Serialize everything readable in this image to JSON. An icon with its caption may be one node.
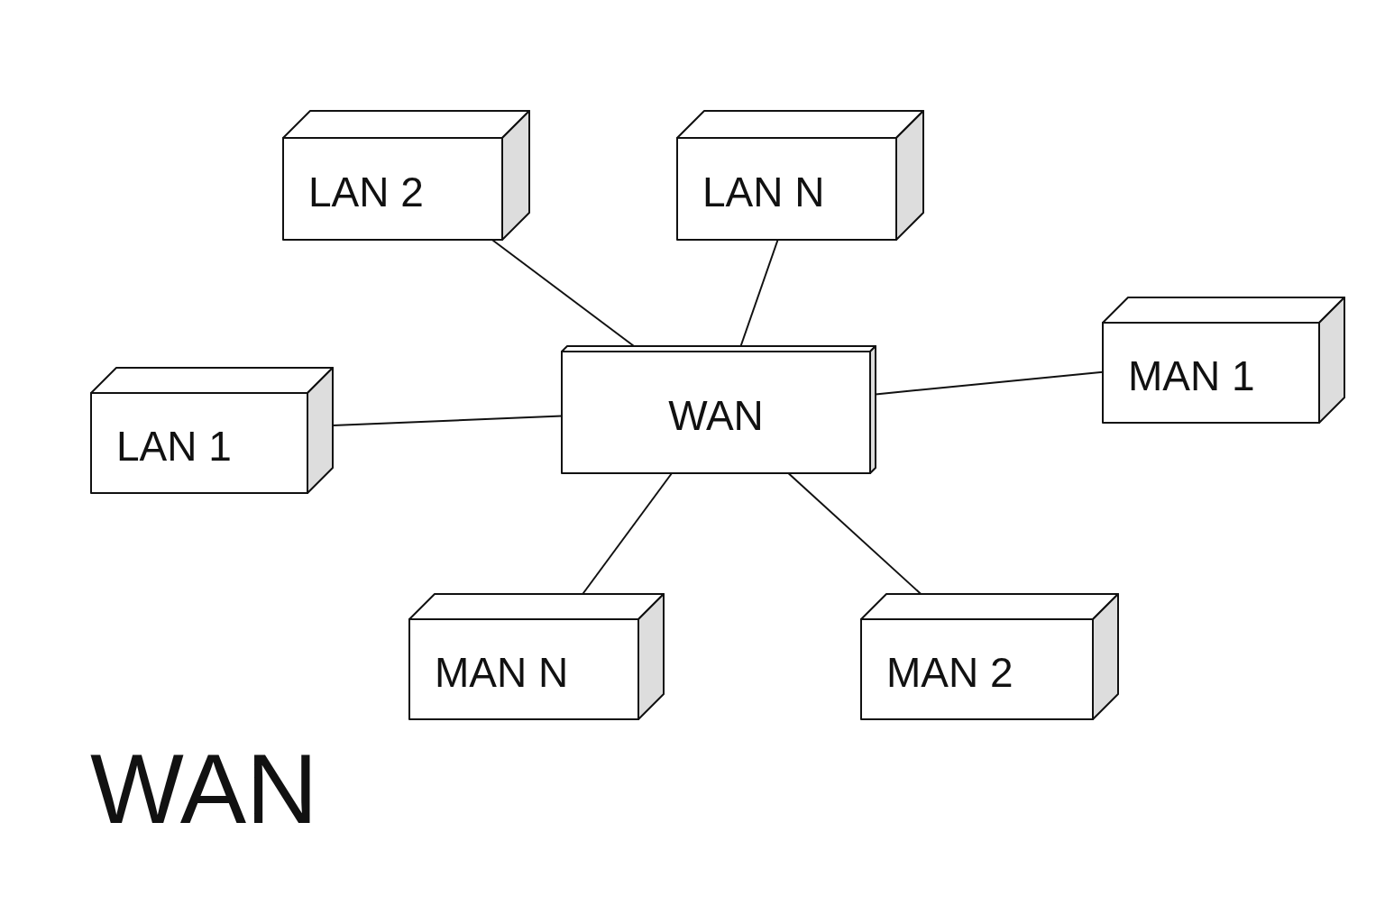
{
  "diagram": {
    "title": "WAN",
    "nodes": [
      {
        "text": [
          "WAN"
        ]
      },
      {
        "text": [
          "LAN 2"
        ]
      },
      {
        "text": [
          "LAN N"
        ]
      },
      {
        "text": [
          "LAN 1"
        ]
      },
      {
        "text": [
          "MAN 1"
        ]
      },
      {
        "text": [
          "MAN N"
        ]
      },
      {
        "text": [
          "MAN 2"
        ]
      }
    ],
    "edges": [
      {
        "from": 1,
        "to": 0,
        "arrow": "none"
      },
      {
        "from": 2,
        "to": 0,
        "arrow": "none"
      },
      {
        "from": 3,
        "to": 0,
        "arrow": "none"
      },
      {
        "from": 4,
        "to": 0,
        "arrow": "none"
      },
      {
        "from": 5,
        "to": 0,
        "arrow": "none"
      },
      {
        "from": 6,
        "to": 0,
        "arrow": "none"
      }
    ]
  }
}
